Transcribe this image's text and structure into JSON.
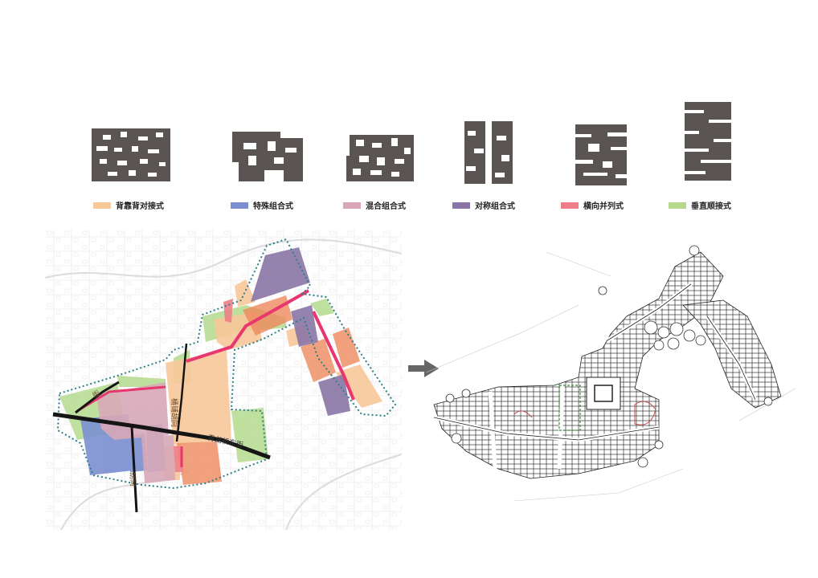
{
  "legend": [
    {
      "label": "背靠背对接式",
      "color": "#f8c89a"
    },
    {
      "label": "特殊组合式",
      "color": "#7b8fd0"
    },
    {
      "label": "混合组合式",
      "color": "#d8a8b8"
    },
    {
      "label": "对称组合式",
      "color": "#8a76a6"
    },
    {
      "label": "横向并列式",
      "color": "#ee7f88"
    },
    {
      "label": "垂直顺接式",
      "color": "#b5da8e"
    }
  ],
  "street_labels": {
    "tong_pu": "桶铺胡同",
    "qinglongqiao": "青龙桥东街",
    "west_vert": "胡同",
    "west_diag": "街"
  },
  "colors": {
    "building": "#5a5552",
    "road": "#151515",
    "pink_road": "#e8366f",
    "boundary": "#2b7f88"
  }
}
